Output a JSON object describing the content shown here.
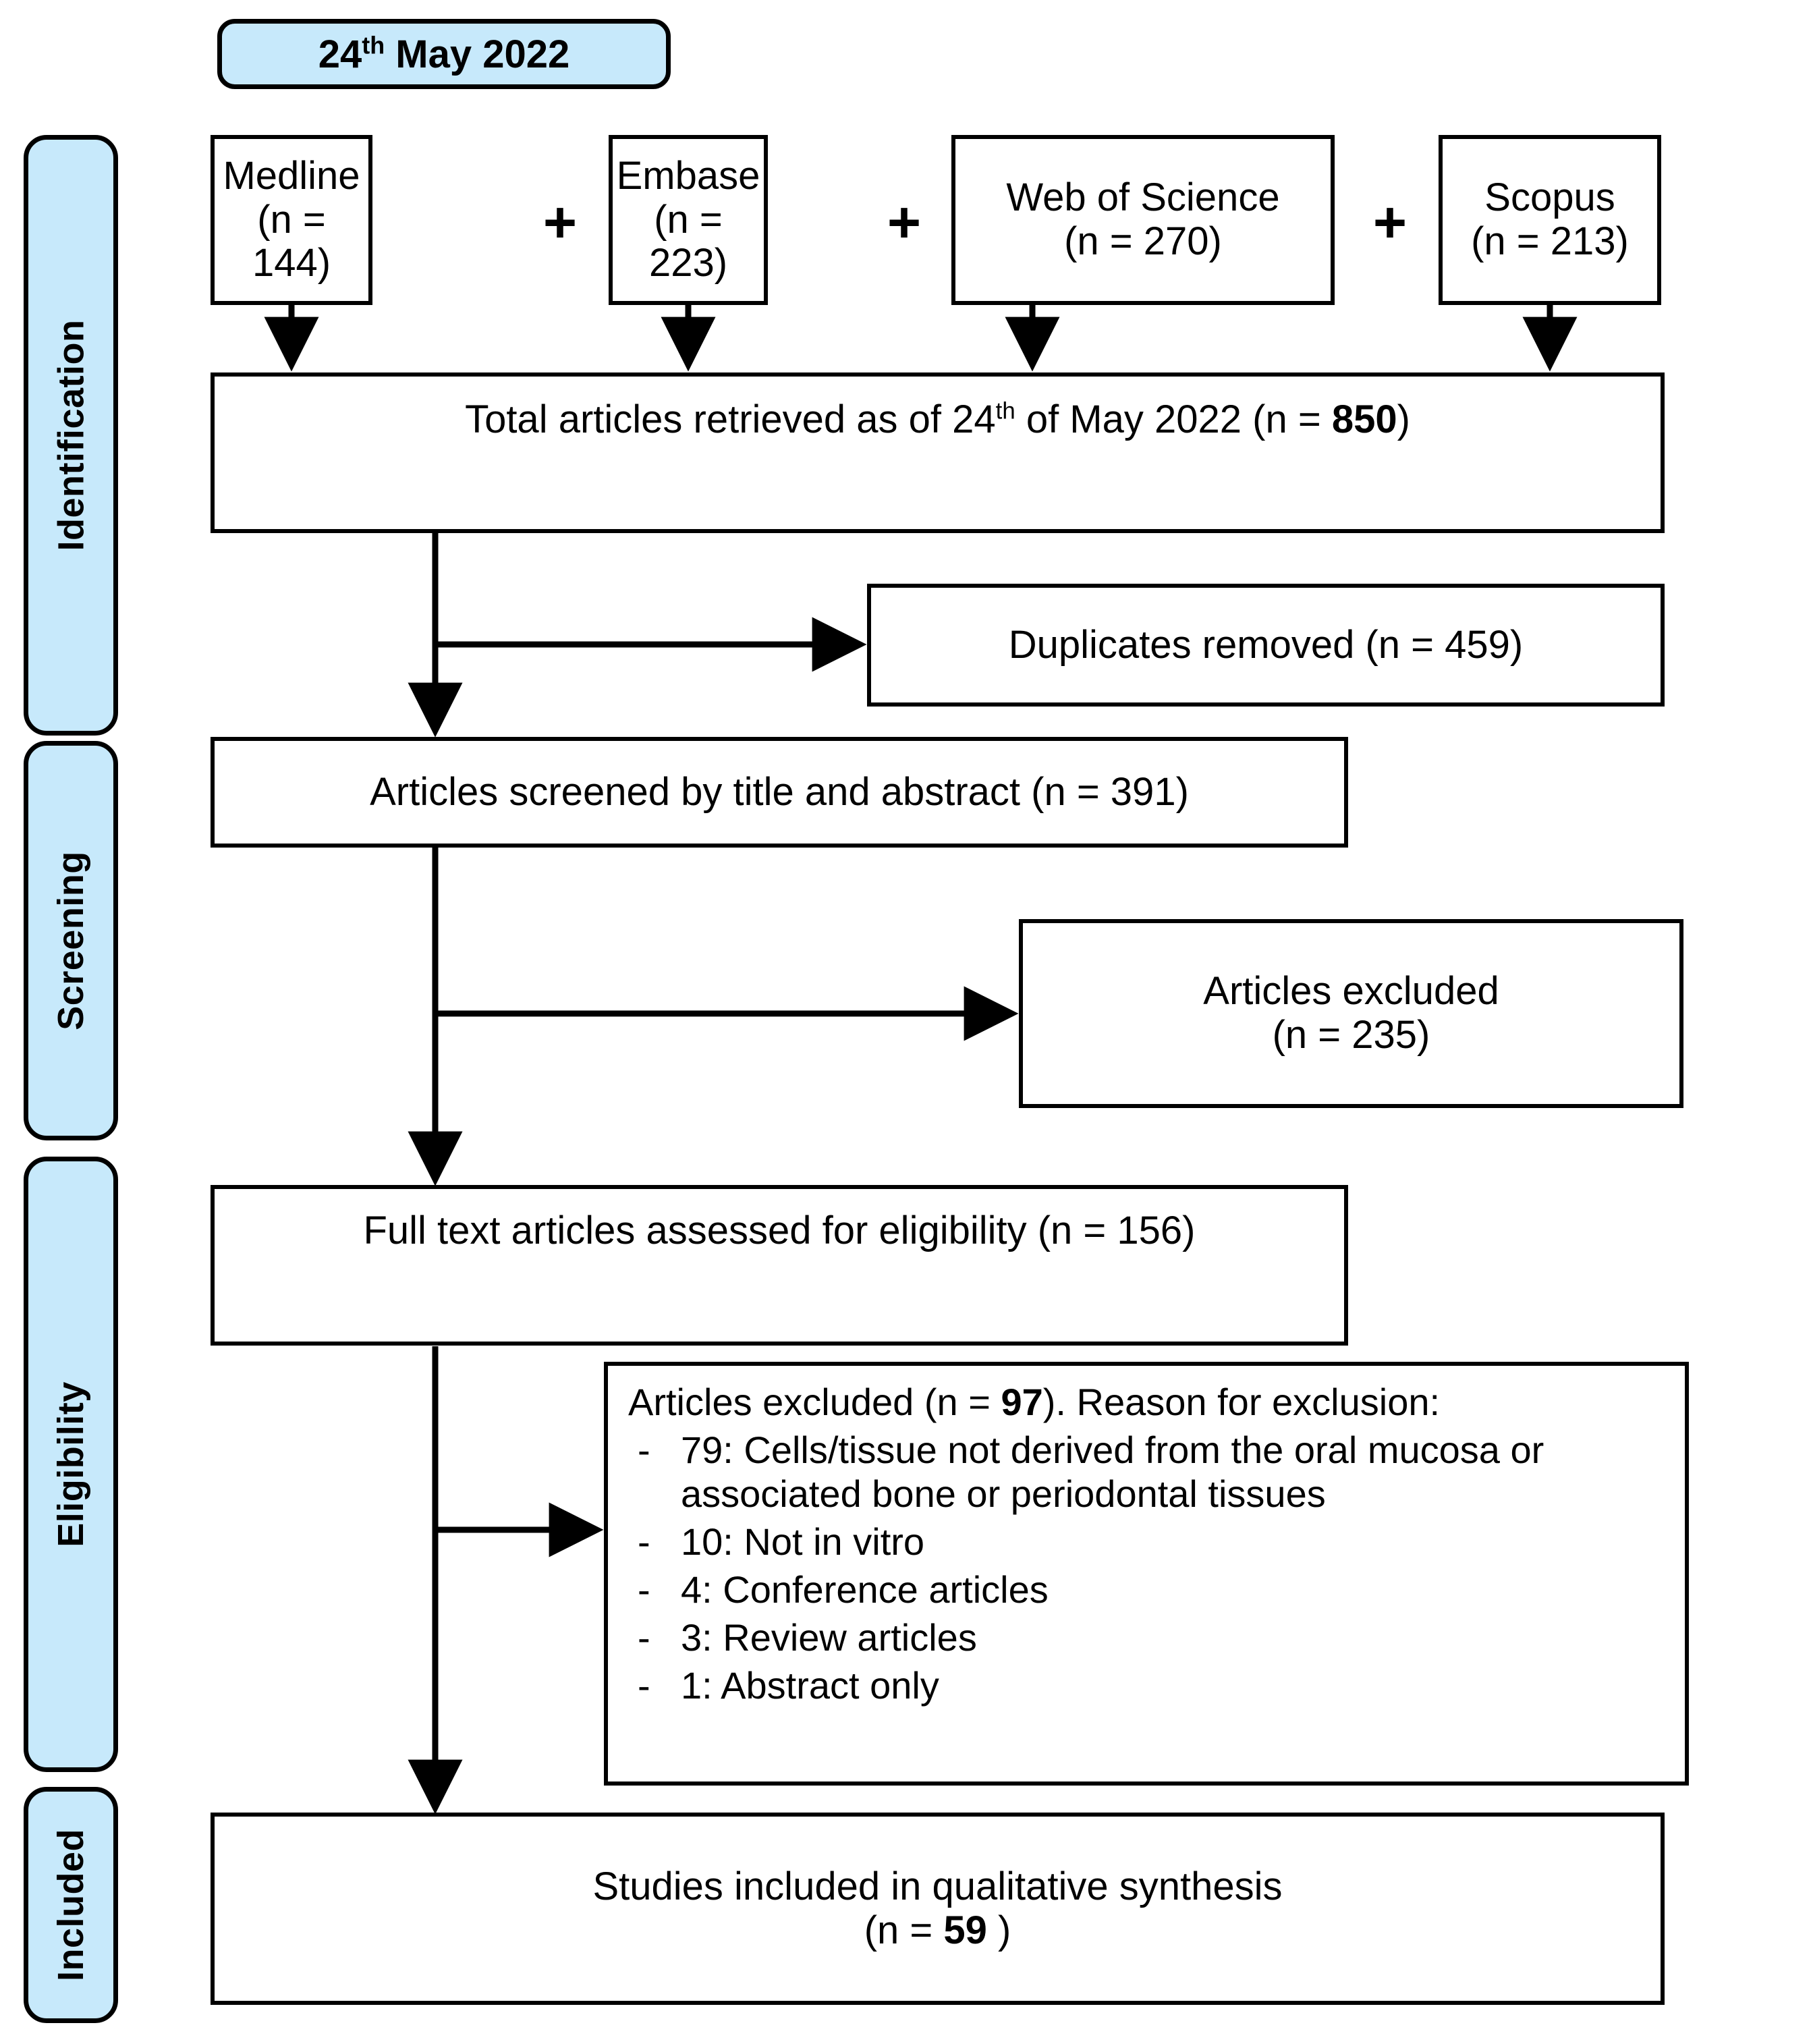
{
  "diagram": {
    "title": "PRISMA flow diagram",
    "accent_blue": "#c7e9fb",
    "line_color": "#000000",
    "date_badge": {
      "day": "24",
      "ordinal": "th",
      "rest": " May 2022"
    },
    "stages": [
      {
        "key": "identification",
        "label": "Identification"
      },
      {
        "key": "screening",
        "label": "Screening"
      },
      {
        "key": "eligibility",
        "label": "Eligibility"
      },
      {
        "key": "included",
        "label": "Included"
      }
    ],
    "sources": [
      {
        "name": "Medline",
        "count_text": "(n = 144)"
      },
      {
        "name": "Embase",
        "count_text": "(n = 223)"
      },
      {
        "name": "Web of Science",
        "count_text": "(n = 270)"
      },
      {
        "name": "Scopus",
        "count_text": "(n = 213)"
      }
    ],
    "plus_symbol": "+",
    "total": {
      "prefix": "Total articles retrieved as of 24",
      "ordinal": "th",
      "middle": " of May 2022 (n = ",
      "value": "850",
      "suffix": ")"
    },
    "duplicates": {
      "text": "Duplicates removed (n = 459)"
    },
    "screened": {
      "text": "Articles screened by title and abstract (n = 391)"
    },
    "excluded_screening": {
      "line1": "Articles excluded",
      "line2": "(n = 235)"
    },
    "fulltext": {
      "text": "Full text articles assessed for eligibility (n = 156)"
    },
    "excluded_eligibility": {
      "prefix": "Articles excluded (n = ",
      "value": "97",
      "suffix": "). Reason for exclusion:",
      "bullet_marker": "-",
      "reasons": [
        "79: Cells/tissue not derived from the oral mucosa or associated bone or periodontal tissues",
        "10: Not in vitro",
        "4: Conference articles",
        "3: Review articles",
        "1: Abstract only"
      ]
    },
    "included_final": {
      "line1": "Studies included in qualitative synthesis",
      "prefix": "(n = ",
      "value": "59",
      "suffix": " )"
    }
  }
}
